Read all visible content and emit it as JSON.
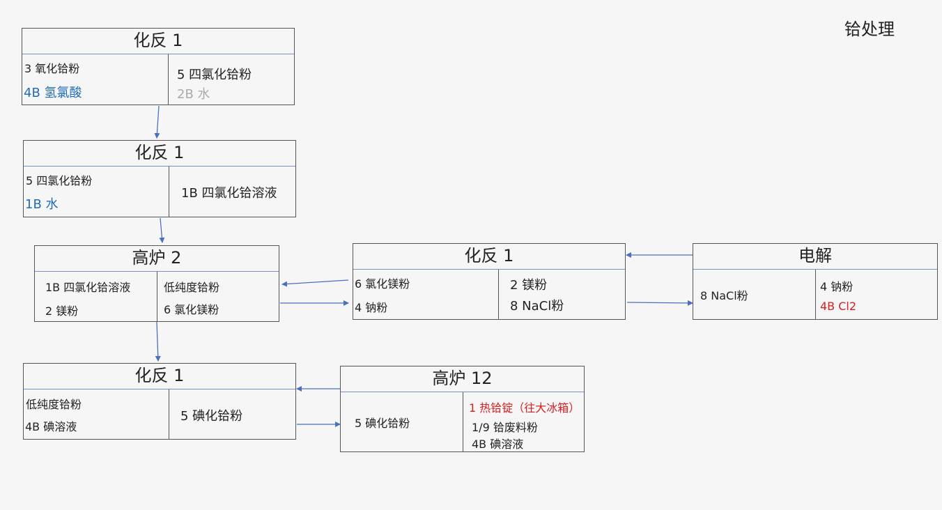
{
  "title": "铪处理",
  "colors": {
    "arrow": "#4a6fbe",
    "blue_text": "#1f6bb4",
    "red_text": "#d62020",
    "gray_text": "#aaaaaa"
  },
  "boxes": {
    "b1": {
      "title": "化反 1",
      "left": [
        "3 氧化铪粉",
        "4B 氢氯酸"
      ],
      "right": [
        "5 四氯化铪粉",
        "2B 水"
      ]
    },
    "b2": {
      "title": "化反 1",
      "left": [
        "5 四氯化铪粉",
        "1B 水"
      ],
      "right": [
        "1B 四氯化铪溶液"
      ]
    },
    "b3": {
      "title": "高炉 2",
      "left": [
        "1B 四氯化铪溶液",
        "2 镁粉"
      ],
      "right": [
        "低纯度铪粉",
        "6 氯化镁粉"
      ]
    },
    "b4": {
      "title": "化反 1",
      "left": [
        "6 氯化镁粉",
        "4 钠粉"
      ],
      "right": [
        "2 镁粉",
        "8 NaCl粉"
      ]
    },
    "b5": {
      "title": "电解",
      "left": [
        "8 NaCl粉"
      ],
      "right": [
        "4 钠粉",
        "4B Cl2"
      ]
    },
    "b6": {
      "title": "化反 1",
      "left": [
        "低纯度铪粉",
        "4B 碘溶液"
      ],
      "right": [
        "5 碘化铪粉"
      ]
    },
    "b7": {
      "title": "高炉 12",
      "left": [
        "5 碘化铪粉"
      ],
      "right": [
        "1 热铪锭（往大冰箱）",
        "1/9 铪废料粉",
        "4B 碘溶液"
      ]
    }
  }
}
